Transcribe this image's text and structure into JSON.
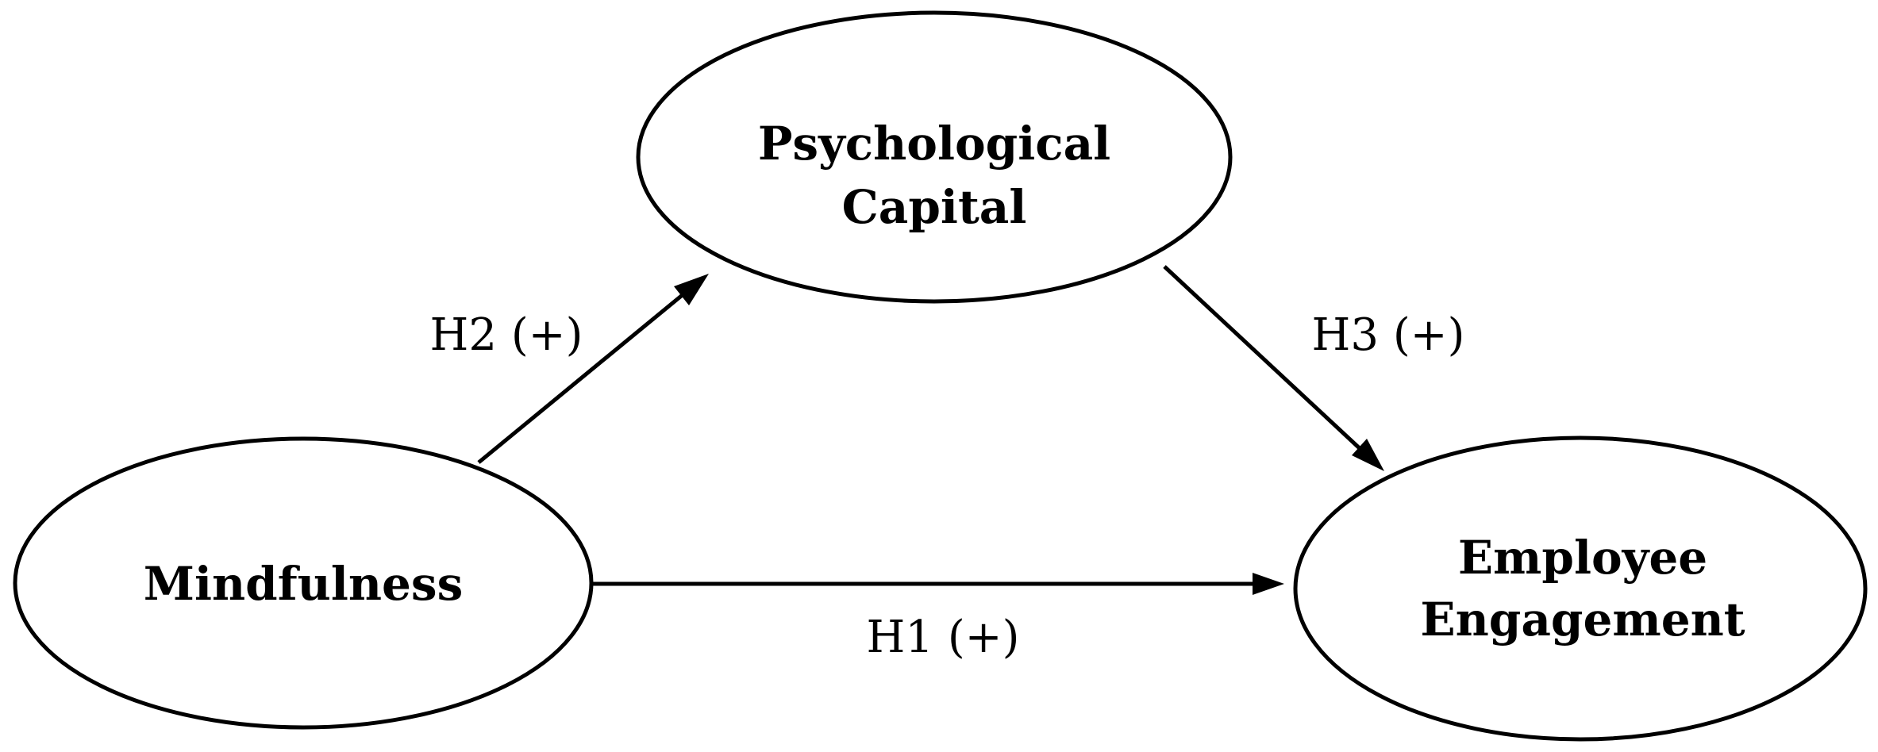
{
  "diagram": {
    "nodes": {
      "psycap": {
        "line1": "Psychological",
        "line2": "Capital"
      },
      "mindfulness": {
        "label": "Mindfulness"
      },
      "engagement": {
        "line1": "Employee",
        "line2": "Engagement"
      }
    },
    "edges": {
      "h1": {
        "label": "H1 (+)"
      },
      "h2": {
        "label": "H2 (+)"
      },
      "h3": {
        "label": "H3 (+)"
      }
    }
  }
}
